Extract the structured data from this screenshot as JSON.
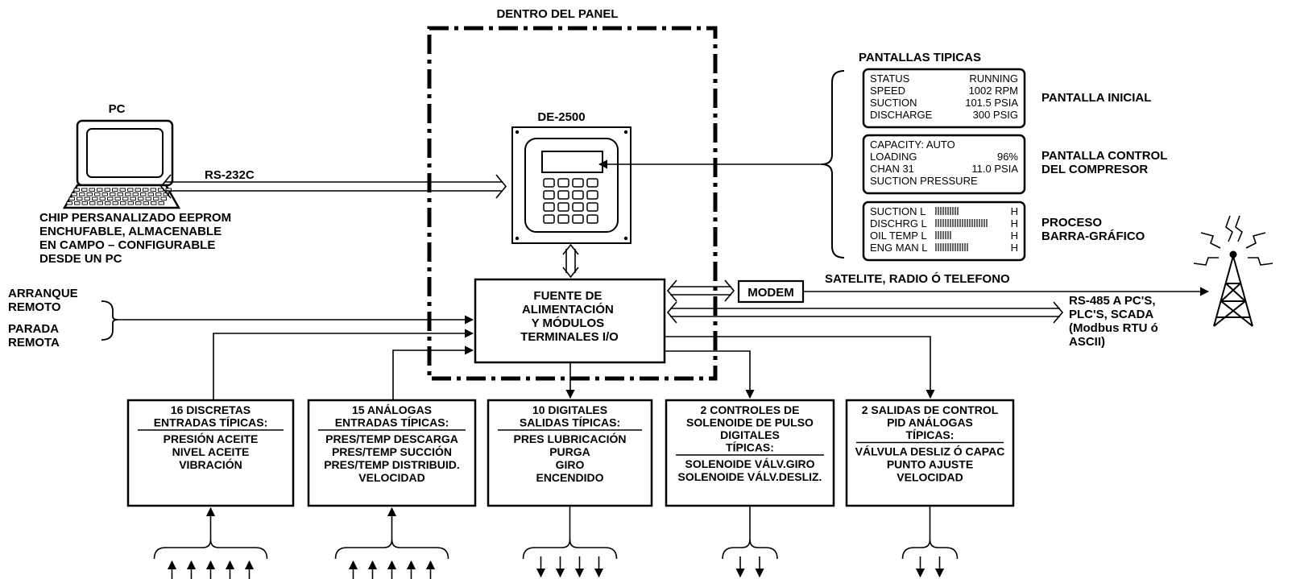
{
  "panel": {
    "label": "DENTRO DEL PANEL"
  },
  "controller": {
    "label": "DE-2500"
  },
  "pc": {
    "label": "PC",
    "note": [
      "CHIP PERSANALIZADO EEPROM",
      "ENCHUFABLE, ALMACENABLE",
      "EN CAMPO – CONFIGURABLE",
      "DESDE UN PC"
    ]
  },
  "links": {
    "rs232": "RS-232C",
    "radio": "SATELITE, RADIO Ó TELEFONO",
    "rs485": [
      "RS-485 A PC'S,",
      "PLC'S, SCADA",
      "(Modbus RTU ó",
      "ASCII)"
    ]
  },
  "modem": {
    "label": "MODEM"
  },
  "power": {
    "lines": [
      "FUENTE DE",
      "ALIMENTACIÓN",
      "Y MÓDULOS",
      "TERMINALES I/O"
    ]
  },
  "remote": {
    "start": [
      "ARRANQUE",
      "REMOTO"
    ],
    "stop": [
      "PARADA",
      "REMOTA"
    ]
  },
  "displays": {
    "title": "PANTALLAS TIPICAS",
    "screens": [
      {
        "caption": [
          "PANTALLA INICIAL"
        ],
        "rows": [
          [
            "STATUS",
            "RUNNING"
          ],
          [
            "SPEED",
            "1002 RPM"
          ],
          [
            "SUCTION",
            "101.5 PSIA"
          ],
          [
            "DISCHARGE",
            "300 PSIG"
          ]
        ]
      },
      {
        "caption": [
          "PANTALLA CONTROL",
          "DEL COMPRESOR"
        ],
        "rows": [
          [
            "CAPACITY:  AUTO",
            ""
          ],
          [
            "LOADING",
            "96%"
          ],
          [
            "  CHAN  31",
            "11.0  PSIA"
          ],
          [
            "SUCTION PRESSURE",
            ""
          ]
        ]
      },
      {
        "caption": [
          "PROCESO",
          "BARRA-GRÁFICO"
        ],
        "bars": [
          {
            "label": "SUCTION L",
            "level": 0.4,
            "end": "H"
          },
          {
            "label": "DISCHRG L",
            "level": 0.85,
            "end": "H"
          },
          {
            "label": "OIL TEMP L",
            "level": 0.28,
            "end": "H"
          },
          {
            "label": "ENG MAN L",
            "level": 0.55,
            "end": "H"
          }
        ]
      }
    ]
  },
  "io_blocks": [
    {
      "header": [
        "16 DISCRETAS",
        "ENTRADAS TÍPICAS:"
      ],
      "items": [
        "PRESIÓN ACEITE",
        "NIVEL ACEITE",
        "VIBRACIÓN"
      ],
      "direction": "in"
    },
    {
      "header": [
        "15 ANÁLOGAS",
        "ENTRADAS TÍPICAS:"
      ],
      "items": [
        "PRES/TEMP DESCARGA",
        "PRES/TEMP SUCCIÓN",
        "PRES/TEMP DISTRIBUID.",
        "VELOCIDAD"
      ],
      "direction": "in"
    },
    {
      "header": [
        "10 DIGITALES",
        "SALIDAS TÍPICAS:"
      ],
      "items": [
        "PRES LUBRICACIÓN",
        "PURGA",
        "GIRO",
        "ENCENDIDO"
      ],
      "direction": "out"
    },
    {
      "header": [
        "2 CONTROLES DE",
        "SOLENOIDE DE PULSO",
        "DIGITALES",
        "TÍPICAS:"
      ],
      "items": [
        "SOLENOIDE VÁLV.GIRO",
        "SOLENOIDE VÁLV.DESLIZ."
      ],
      "direction": "out"
    },
    {
      "header": [
        "2 SALIDAS DE CONTROL",
        "PID ANÁLOGAS",
        "TÍPICAS:"
      ],
      "items": [
        "VÁLVULA DESLIZ Ó CAPAC",
        "PUNTO AJUSTE",
        "VELOCIDAD"
      ],
      "direction": "out"
    }
  ]
}
